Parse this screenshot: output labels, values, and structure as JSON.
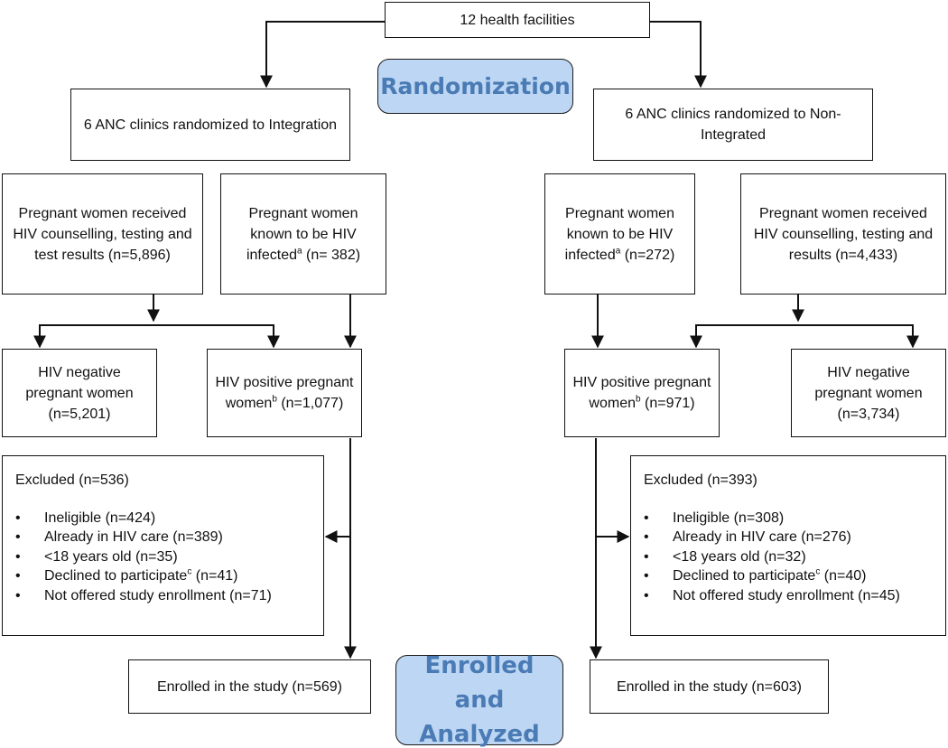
{
  "top": {
    "facilities": "12 health facilities"
  },
  "phases": {
    "randomization": "Randomization",
    "enrolled_line1": "Enrolled and",
    "enrolled_line2": "Analyzed"
  },
  "left": {
    "arm": [
      "6 ANC clinics randomized to",
      "Integration"
    ],
    "tested": [
      "Pregnant women",
      "received HIV",
      "counselling, testing and",
      "test results (n=5,896)"
    ],
    "known_pre": [
      "Pregnant women",
      "known to be HIV"
    ],
    "known_infected": "infected",
    "known_sup": "a",
    "known_n": " (n= 382)",
    "negative": [
      "HIV negative",
      "pregnant women",
      "(n=5,201)"
    ],
    "positive_l1": "HIV positive",
    "positive_l2": "pregnant women",
    "positive_sup": "b",
    "positive_n": "(n=1,077)",
    "excluded_title": "Excluded (n=536)",
    "excluded_items": [
      {
        "text": "Ineligible  (n=424)"
      },
      {
        "text": "Already in HIV care (n=389)"
      },
      {
        "text": "<18 years old (n=35)"
      },
      {
        "text": "Declined to participate",
        "sup": "c",
        "tail": " (n=41)"
      },
      {
        "text": "Not offered study enrollment (n=71)"
      }
    ],
    "enrolled": "Enrolled in the study (n=569)"
  },
  "right": {
    "arm": [
      "6 ANC clinics randomized to Non-",
      "Integrated"
    ],
    "known_pre": [
      "Pregnant women",
      "known to be HIV"
    ],
    "known_infected": "infected",
    "known_sup": "a",
    "known_n": " (n=272)",
    "tested": [
      "Pregnant women",
      "received HIV",
      "counselling, testing and",
      "results (n=4,433)"
    ],
    "positive_l1": "HIV positive",
    "positive_l2": "pregnant women",
    "positive_sup": "b",
    "positive_n": "(n=971)",
    "negative": [
      "HIV negative",
      "pregnant women",
      "(n=3,734)"
    ],
    "excluded_title": "Excluded (n=393)",
    "excluded_items": [
      {
        "text": "Ineligible  (n=308)"
      },
      {
        "text": "Already in HIV care (n=276)"
      },
      {
        "text": "<18 years old (n=32)"
      },
      {
        "text": "Declined to participate",
        "sup": "c",
        "tail": " (n=40)"
      },
      {
        "text": "Not offered study enrollment (n=45)"
      }
    ],
    "enrolled": "Enrolled in the study (n=603)"
  },
  "bullet": "•",
  "colors": {
    "phase_fill": "#bdd6f3",
    "phase_text": "#4a7bb5",
    "line": "#111111"
  }
}
